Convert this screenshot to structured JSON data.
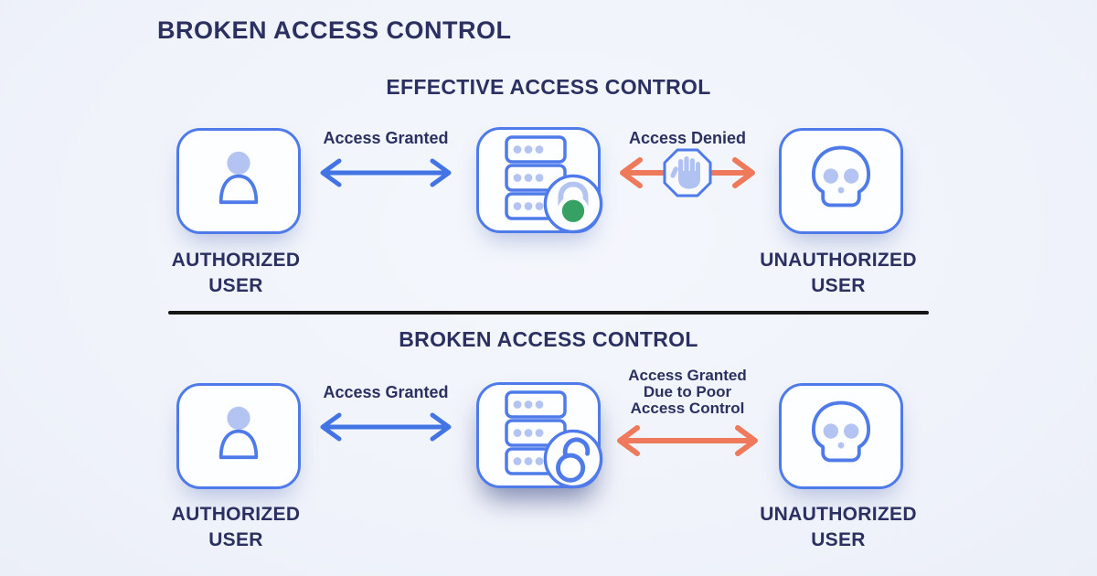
{
  "diagram": {
    "title": "BROKEN ACCESS CONTROL",
    "sections": [
      {
        "heading": "EFFECTIVE ACCESS CONTROL",
        "left_user": {
          "label": "AUTHORIZED\nUSER",
          "icon": "person-icon"
        },
        "server": {
          "icon": "server-icon",
          "lock_icon": "lock-closed-icon",
          "lock_state": "locked"
        },
        "right_user": {
          "label": "UNAUTHORIZED\nUSER",
          "icon": "skull-icon"
        },
        "left_link": {
          "label": "Access Granted",
          "arrow": "blue-double-arrow"
        },
        "right_link": {
          "label": "Access Denied",
          "arrow": "orange-double-arrow",
          "badge_icon": "stop-hand-icon"
        }
      },
      {
        "heading": "BROKEN ACCESS CONTROL",
        "left_user": {
          "label": "AUTHORIZED\nUSER",
          "icon": "person-icon"
        },
        "server": {
          "icon": "server-icon",
          "lock_icon": "lock-open-icon",
          "lock_state": "unlocked"
        },
        "right_user": {
          "label": "UNAUTHORIZED\nUSER",
          "icon": "skull-icon"
        },
        "left_link": {
          "label": "Access Granted",
          "arrow": "blue-double-arrow"
        },
        "right_link": {
          "label": "Access Granted\nDue to Poor\nAccess Control",
          "arrow": "orange-double-arrow"
        }
      }
    ],
    "colors": {
      "background": "#F1F4FA",
      "navy_text": "#2B3060",
      "blue_accent": "#4E7BE9",
      "arrow_blue": "#4374E4",
      "periwinkle_fill": "#B4C4F2",
      "orange_accent": "#EE7A5B",
      "green_lock": "#37A163",
      "divider": "#161616",
      "tile_fill": "#FDFEFF"
    }
  }
}
